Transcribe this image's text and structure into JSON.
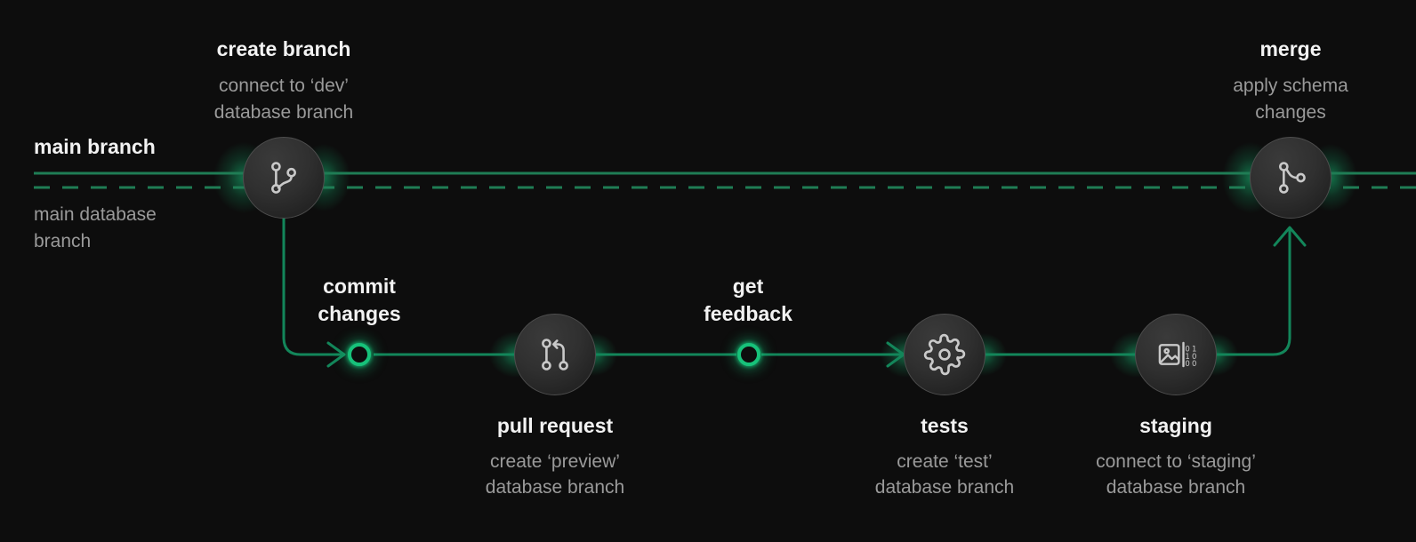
{
  "diagram": {
    "title_semantic": "database-branching-workflow",
    "colors": {
      "background": "#0d0d0d",
      "line_solid": "#1f7d55",
      "line_dashed": "#1f7d55",
      "accent_glow": "#17c27a",
      "node_fill": "#2e2e2e",
      "node_border": "#4d4d4d",
      "text_primary": "#f2f2f2",
      "text_secondary": "#9a9a9a"
    },
    "branch_lines": {
      "main_branch_label": "main branch",
      "main_database_label_line1": "main database",
      "main_database_label_line2": "branch"
    },
    "nodes": [
      {
        "id": "create-branch",
        "icon": "git-branch-icon",
        "label": "create branch",
        "sub_line1": "connect to ‘dev’",
        "sub_line2": "database branch",
        "label_position": "above"
      },
      {
        "id": "commit-changes",
        "icon": "green-ring-dot",
        "label_line1": "commit",
        "label_line2": "changes",
        "label_position": "above"
      },
      {
        "id": "pull-request",
        "icon": "git-pull-request-icon",
        "label": "pull request",
        "sub_line1": "create ‘preview’",
        "sub_line2": "database branch",
        "label_position": "below"
      },
      {
        "id": "get-feedback",
        "icon": "green-ring-dot",
        "label_line1": "get",
        "label_line2": "feedback",
        "label_position": "above"
      },
      {
        "id": "tests",
        "icon": "gear-icon",
        "label": "tests",
        "sub_line1": "create ‘test’",
        "sub_line2": "database branch",
        "label_position": "below"
      },
      {
        "id": "staging",
        "icon": "media-binary-icon",
        "label": "staging",
        "sub_line1": "connect to ‘staging’",
        "sub_line2": "database branch",
        "label_position": "below"
      },
      {
        "id": "merge",
        "icon": "git-merge-icon",
        "label": "merge",
        "sub_line1": "apply schema",
        "sub_line2": "changes",
        "label_position": "above"
      }
    ]
  }
}
